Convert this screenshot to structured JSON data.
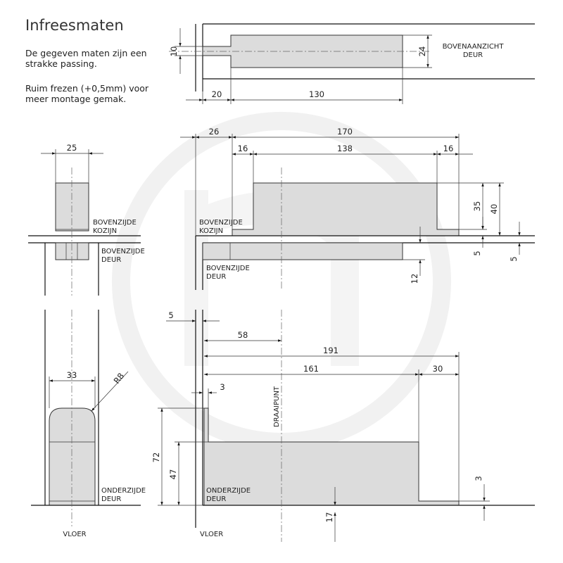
{
  "title": "Infreesmaten",
  "notes": [
    "De gegeven maten zijn een strakke passing.",
    "Ruim frezen (+0,5mm) voor meer montage gemak."
  ],
  "labels": {
    "bovenaanzicht_1": "BOVENAANZICHT",
    "bovenaanzicht_2": "DEUR",
    "bovenzijde_kozijn_1": "BOVENZIJDE",
    "bovenzijde_kozijn_2": "KOZIJN",
    "bovenzijde_deur_1": "BOVENZIJDE",
    "bovenzijde_deur_2": "DEUR",
    "onderzijde_deur_1": "ONDERZIJDE",
    "onderzijde_deur_2": "DEUR",
    "vloer": "VLOER",
    "draaipunt": "DRAAIPUNT"
  },
  "dimensions": {
    "top_view": {
      "slot_width": "10",
      "body_width": "24",
      "neck_length": "20",
      "body_length": "130"
    },
    "upper_side": {
      "frame_width": "25"
    },
    "upper_front": {
      "offset": "26",
      "total": "170",
      "left_step": "16",
      "middle": "138",
      "right_step": "16",
      "height_inner": "35",
      "height_outer": "40",
      "gap_a": "5",
      "gap_b": "5",
      "door_depth": "12"
    },
    "lower_side": {
      "width": "33",
      "radius": "R8"
    },
    "lower_front": {
      "clearance": "5",
      "pivot": "58",
      "total": "191",
      "length": "161",
      "tail": "30",
      "lip": "3",
      "height_total": "72",
      "height_body": "47",
      "floor_gap": "17",
      "tail_height": "3"
    }
  }
}
